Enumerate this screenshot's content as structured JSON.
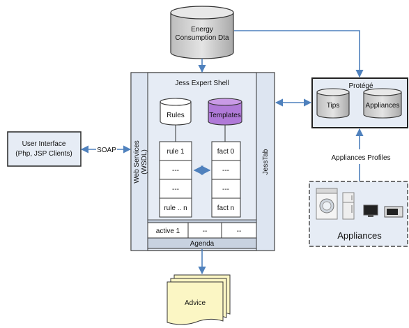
{
  "energy_db": {
    "line1": "Energy",
    "line2": "Consumption Dta"
  },
  "jess": {
    "title": "Jess Expert Shell",
    "rules_label": "Rules",
    "templates_label": "Templates",
    "rule_rows": [
      "rule 1",
      "---",
      "---",
      "rule .. n"
    ],
    "fact_rows": [
      "fact 0",
      "---",
      "---",
      "fact n"
    ],
    "agenda_cells": [
      "active 1",
      "--",
      "--"
    ],
    "agenda_label": "Agenda"
  },
  "web_services": {
    "line1": "Web Services",
    "line2": "(WSDL)"
  },
  "jesstab": "JessTab",
  "user_interface": {
    "line1": "User Interface",
    "line2": "(Php, JSP Clients)"
  },
  "soap": "SOAP",
  "protege": {
    "title": "Protégé",
    "tips": "Tips",
    "appliances": "Appliances"
  },
  "appliances_profiles": "Appliances Profiles",
  "appliances_box": "Appliances",
  "advice": "Advice",
  "colors": {
    "panel_fill": "#e6ecf5",
    "templates_fill": "#b07ad8",
    "db_fill": "#d6d6d6",
    "advice_fill": "#fbf6c4",
    "arrow": "#4f81bd"
  }
}
